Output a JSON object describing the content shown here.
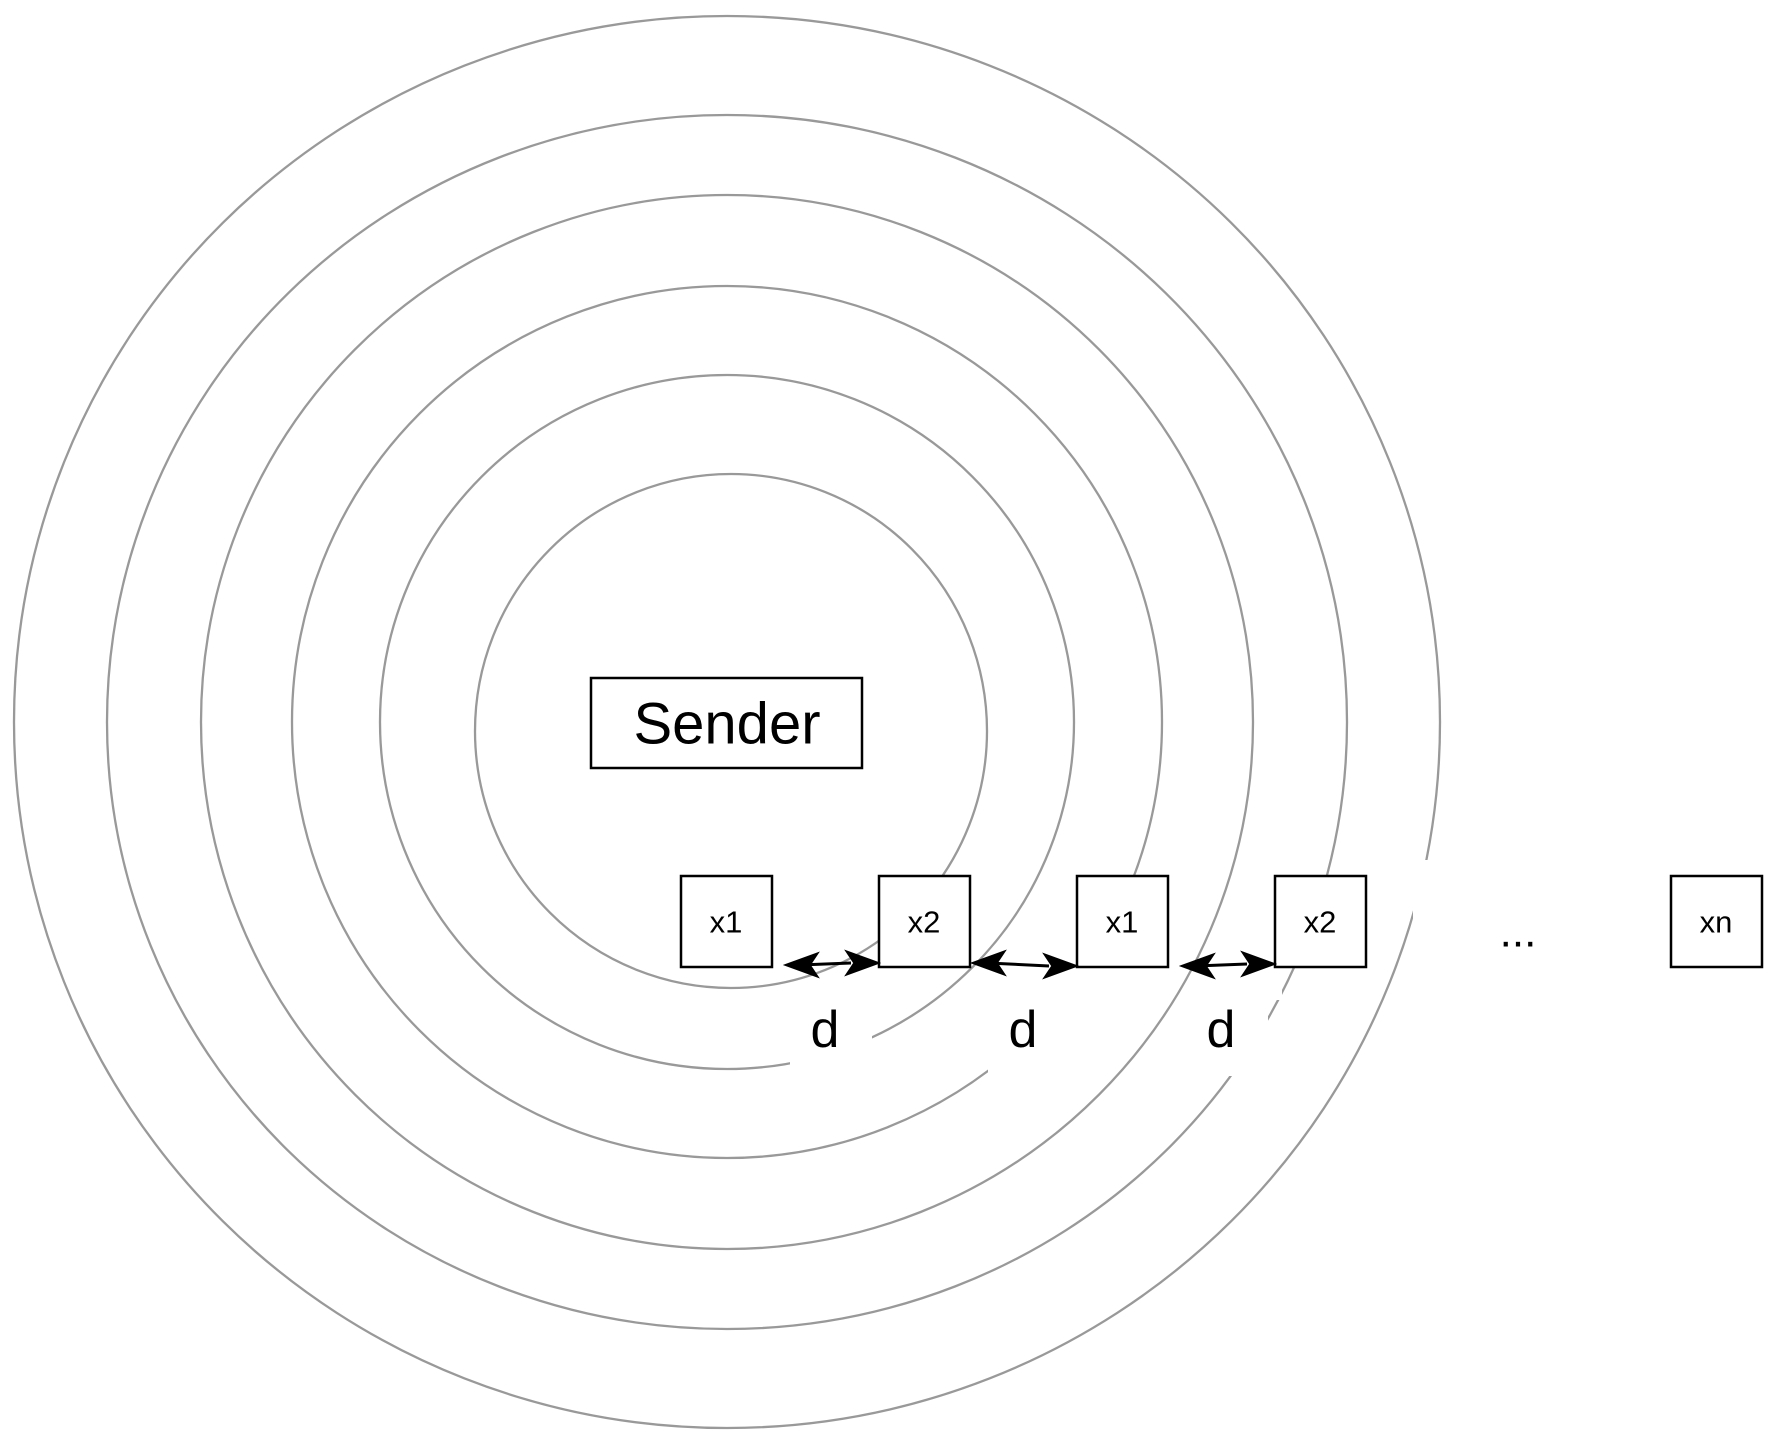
{
  "diagram": {
    "sender_label": "Sender",
    "nodes": [
      {
        "label": "x1"
      },
      {
        "label": "x2"
      },
      {
        "label": "x1"
      },
      {
        "label": "x2"
      },
      {
        "label": "xn"
      }
    ],
    "ellipsis": "...",
    "distance_labels": [
      "d",
      "d",
      "d"
    ],
    "colors": {
      "ring": "#999999",
      "stroke": "#000000",
      "background": "#ffffff"
    }
  }
}
